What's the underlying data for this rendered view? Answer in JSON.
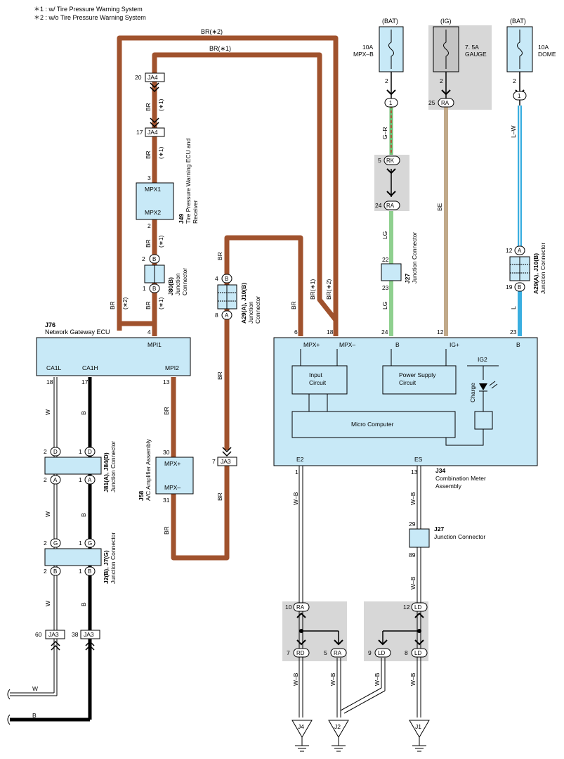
{
  "notes": [
    "＊1 : w/ Tire Pressure Warning System",
    "＊2 : w/o Tire Pressure Warning System"
  ],
  "colors": {
    "brown_wire": "#a0522d",
    "green_wire": "#6fbf73",
    "beige_wire": "#c1a98a",
    "blue_wire": "#3aaee0",
    "component_fill": "#c8e9f7",
    "shade": "#d7d7d7"
  },
  "fuses": {
    "mpxb": {
      "source": "(BAT)",
      "rating": "10A",
      "name": "MPX–B",
      "pin": "2"
    },
    "gauge": {
      "source": "(IG)",
      "rating": "7. 5A",
      "name": "GAUGE",
      "pin": "2"
    },
    "dome": {
      "source": "(BAT)",
      "rating": "10A",
      "name": "DOME",
      "pin": "2"
    }
  },
  "wires": {
    "br2": "BR(∗2)",
    "br1": "BR(∗1)",
    "br": "BR",
    "w": "W",
    "b": "B",
    "gr": "G–R",
    "lg": "LG",
    "be": "BE",
    "lw": "L–W",
    "l": "L",
    "wb": "W–B",
    "star1": "(∗1)",
    "star2": "(∗2)"
  },
  "components": {
    "j76": {
      "code": "J76",
      "name": "Network Gateway ECU",
      "mpi1": "MPI1",
      "ca1l": "CA1L",
      "ca1h": "CA1H",
      "mpi2": "MPI2"
    },
    "j49": {
      "code": "J49",
      "name1": "Tire Pressure Warning ECU and",
      "name2": "Receiver",
      "mpx1": "MPX1",
      "mpx2": "MPX2"
    },
    "j80": {
      "code": "J80(B)",
      "name1": "Junction",
      "name2": "Connector"
    },
    "a29l": {
      "code": "A29(A), J10(B)",
      "name1": "Junction",
      "name2": "Connector"
    },
    "j58": {
      "code": "J58",
      "name": "A/C Amplifier Assembly",
      "mpxp": "MPX+",
      "mpxm": "MPX–"
    },
    "j81": {
      "code": "J81(A), J84(D)",
      "name": "Junction Connector"
    },
    "j2": {
      "code": "J2(B), J7(G)",
      "name": "Junction Connector"
    },
    "j27a": {
      "code": "J27",
      "name": "Junction Connector"
    },
    "a29r": {
      "code": "A29(A), J10(B)",
      "name": "Junction Connector"
    },
    "j34": {
      "code": "J34",
      "name1": "Combination Meter",
      "name2": "Assembly",
      "mpxp": "MPX+",
      "mpxm": "MPX–",
      "b1": "B",
      "igp": "IG+",
      "b2": "B",
      "input": [
        "Input",
        "Circuit"
      ],
      "power": [
        "Power Supply",
        "Circuit"
      ],
      "ig2": "IG2",
      "charge": "Charge",
      "micro": "Micro Computer",
      "e2": "E2",
      "es": "ES"
    },
    "j27b": {
      "code": "J27",
      "name": "Junction Connector"
    }
  },
  "connectors": {
    "ja4": "JA4",
    "ja3": "JA3",
    "rk": "RK",
    "ra": "RA",
    "rd": "RD",
    "ld": "LD",
    "pin_a": "A",
    "pin_b": "B",
    "pin_d": "D",
    "pin_g": "G",
    "pin_1": "1"
  },
  "pins": {
    "p20": "20",
    "p17": "17",
    "p3": "3",
    "p2": "2",
    "p1": "1",
    "p4": "4",
    "p8": "8",
    "p18": "18",
    "p13": "13",
    "p30": "30",
    "p31": "31",
    "p7": "7",
    "p6": "6",
    "p24": "24",
    "p12": "12",
    "p23": "23",
    "p22": "22",
    "p19": "19",
    "p5": "5",
    "p25": "25",
    "p29": "29",
    "p89": "89",
    "p10": "10",
    "p9": "9",
    "p60": "60",
    "p38": "38"
  },
  "grounds": {
    "g4": "J4",
    "g2": "J2",
    "g1": "J1"
  }
}
